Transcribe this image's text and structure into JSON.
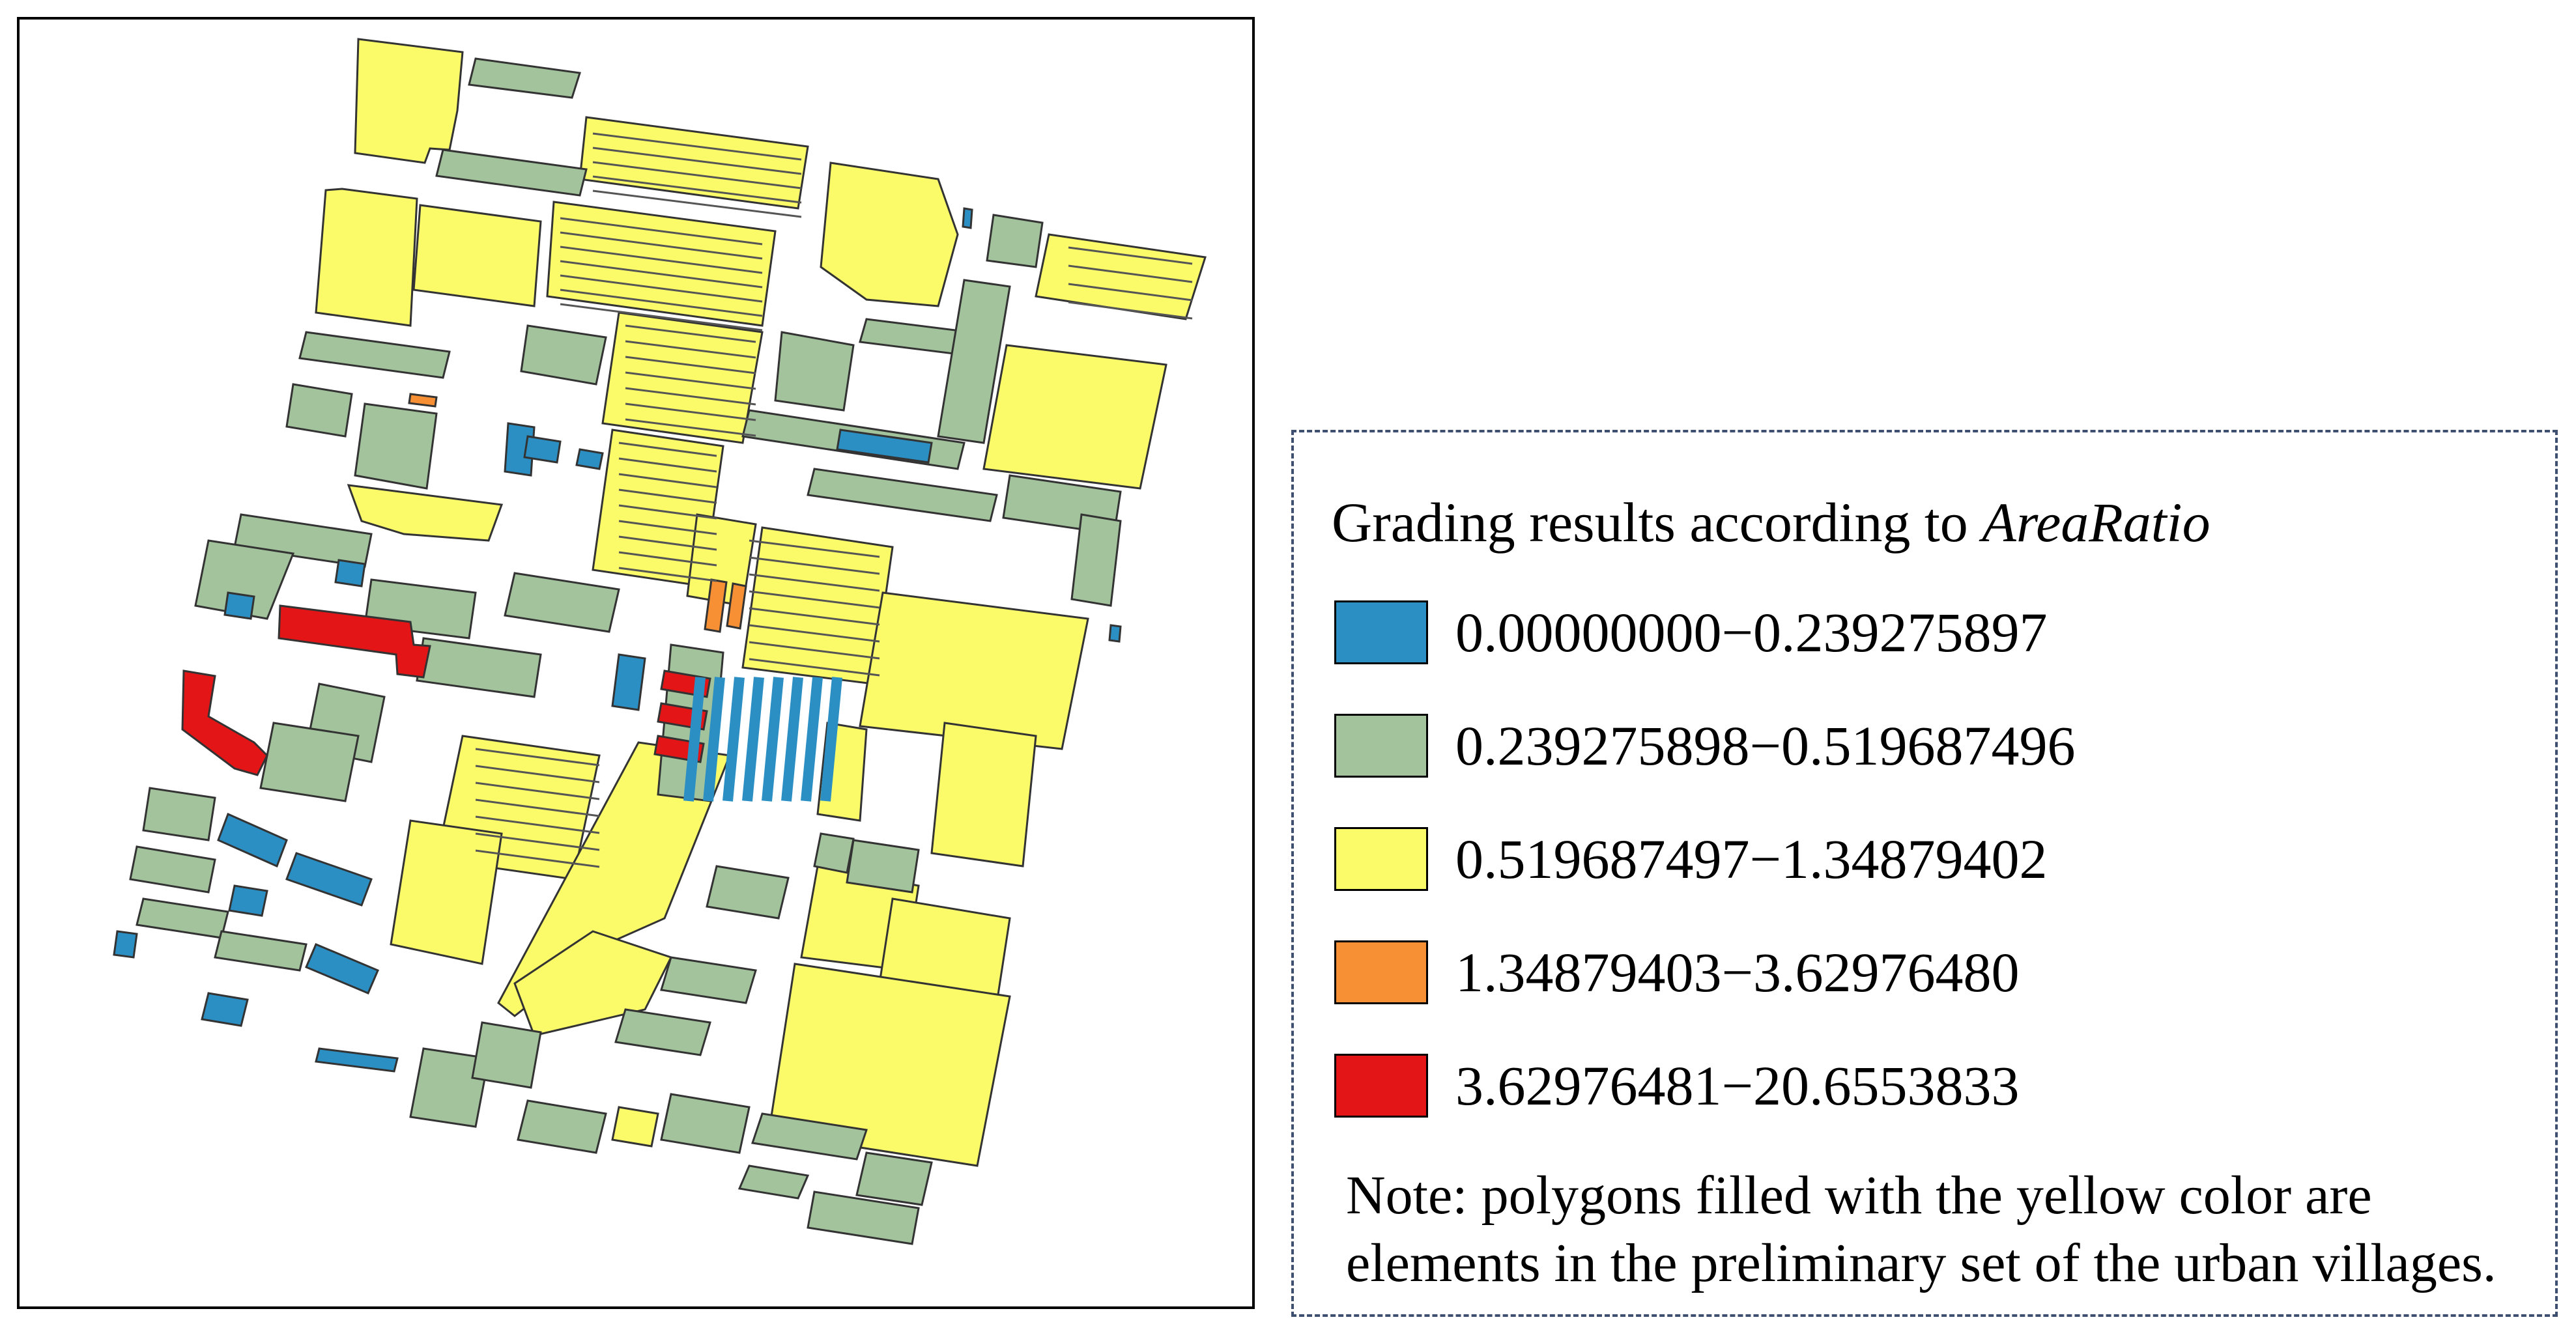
{
  "legend": {
    "title_prefix": "Grading results according to ",
    "title_emphasis": "AreaRatio",
    "classes": [
      {
        "range": "0.00000000−0.239275897",
        "color": "#2b8fc4"
      },
      {
        "range": "0.239275898−0.519687496",
        "color": "#a3c39c"
      },
      {
        "range": "0.519687497−1.34879402",
        "color": "#fbfb6a"
      },
      {
        "range": "1.34879403−3.62976480",
        "color": "#f78f34"
      },
      {
        "range": "3.62976481−20.6553833",
        "color": "#e41517"
      }
    ],
    "note": "Note: polygons filled with the yellow color are\nelements in the preliminary set of the urban villages."
  }
}
